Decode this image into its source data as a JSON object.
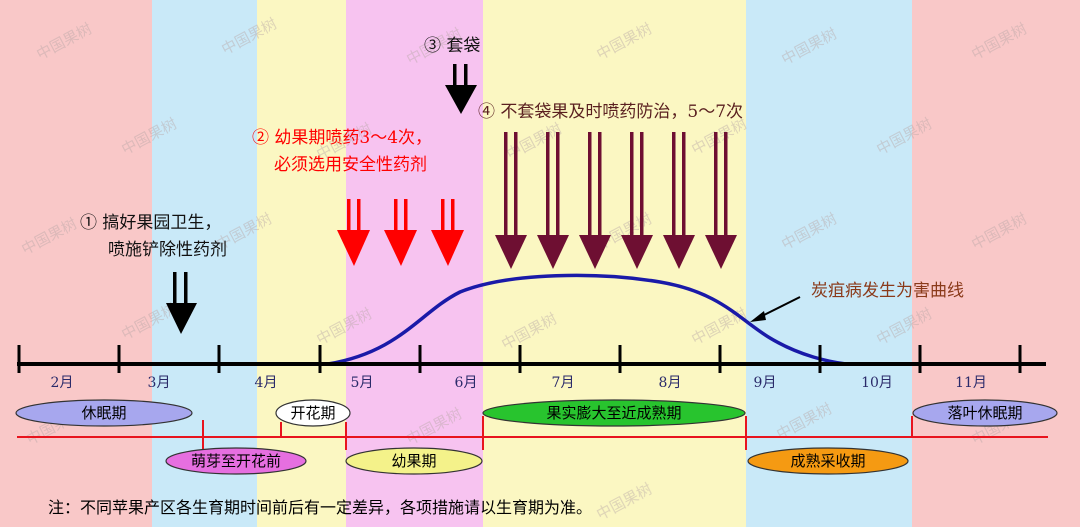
{
  "annotations": {
    "a1_line1": "① 搞好果园卫生，",
    "a1_line2": "喷施铲除性药剂",
    "a2_line1": "② 幼果期喷药3～4次，",
    "a2_line2": "必须选用安全性药剂",
    "a3": "③ 套袋",
    "a4": "④ 不套袋果及时喷药防治，5～7次",
    "curve_label": "炭疽病发生为害曲线"
  },
  "months": [
    "2月",
    "3月",
    "4月",
    "5月",
    "6月",
    "7月",
    "8月",
    "9月",
    "10月",
    "11月"
  ],
  "stages_top": {
    "dormant": "休眠期",
    "flowering": "开花期",
    "fruit_expansion": "果实膨大至近成熟期",
    "leaf_fall": "落叶休眠期"
  },
  "stages_bottom": {
    "sprouting": "萌芽至开花前",
    "young_fruit": "幼果期",
    "harvest": "成熟采收期"
  },
  "watermark": "中国果树",
  "note": "注：不同苹果产区各生育期时间前后有一定差异，各项措施请以生育期为准。",
  "colors": {
    "band_pink": "#f9c8c8",
    "band_blue": "#c9e9f8",
    "band_yellow": "#fbf7c2",
    "band_magenta": "#f7c3f0",
    "arrow_black": "#000000",
    "arrow_red": "#ff0000",
    "arrow_maroon": "#6e0f32",
    "curve_blue": "#1a1aa8",
    "timeline_red": "#e8141e",
    "oval_dormant": "#a7a7ee",
    "oval_sprout": "#e66fe0",
    "oval_young": "#f4f28a",
    "oval_fruit": "#28c42e",
    "oval_harvest": "#f59a12"
  }
}
